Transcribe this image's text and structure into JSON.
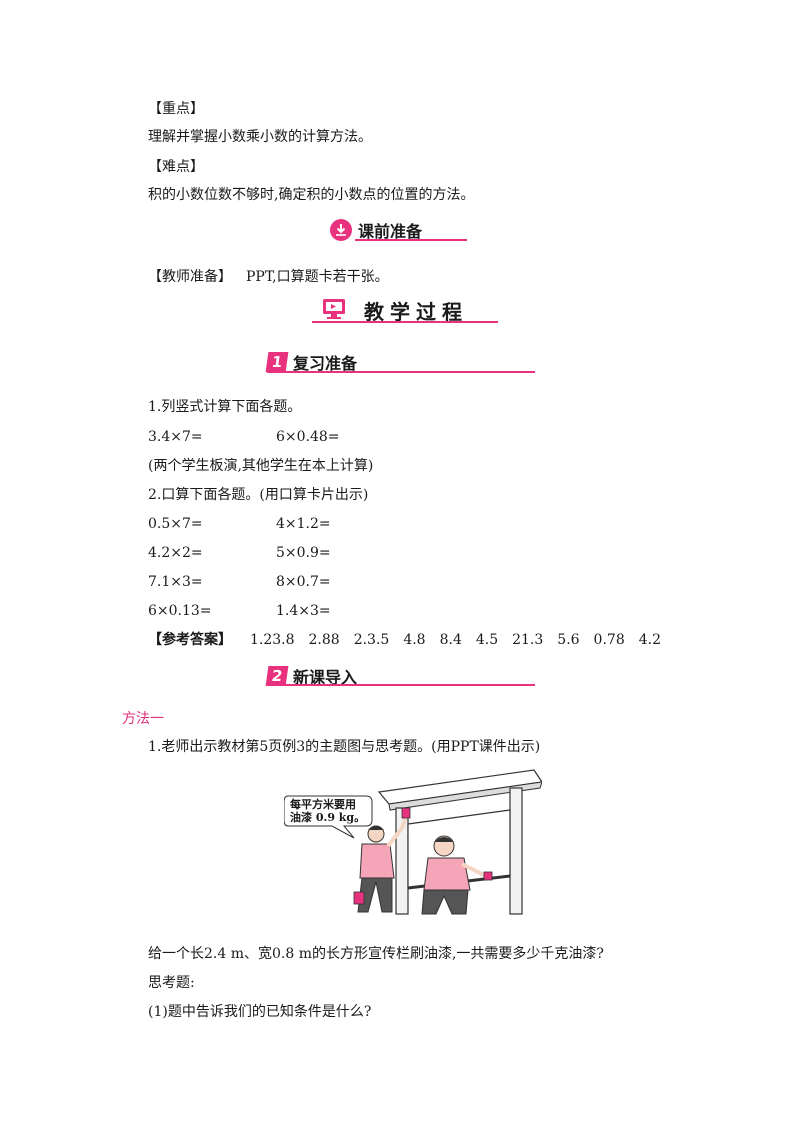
{
  "key_point": {
    "label": "【重点】",
    "text": "理解并掌握小数乘小数的计算方法。"
  },
  "difficult_point": {
    "label": "【难点】",
    "text": "积的小数位数不够时,确定积的小数点的位置的方法。"
  },
  "prep_section": {
    "title": "课前准备",
    "teacher_prep_label": "【教师准备】",
    "teacher_prep_text": "PPT,口算题卡若干张。"
  },
  "process_section": {
    "title": "教学过程"
  },
  "review_section": {
    "number": "1",
    "title": "复习准备",
    "q1_title": "1.列竖式计算下面各题。",
    "q1_items": [
      "3.4×7=",
      "6×0.48="
    ],
    "q1_note": "(两个学生板演,其他学生在本上计算)",
    "q2_title": "2.口算下面各题。(用口算卡片出示)",
    "q2_rows": [
      [
        "0.5×7=",
        "4×1.2="
      ],
      [
        "4.2×2=",
        "5×0.9="
      ],
      [
        "7.1×3=",
        "8×0.7="
      ],
      [
        "6×0.13=",
        "1.4×3="
      ]
    ],
    "answer_label": "【参考答案】",
    "answer_text": "1.23.8　2.88　2.3.5　4.8　8.4　4.5　21.3　5.6　0.78　4.2"
  },
  "new_lesson_section": {
    "number": "2",
    "title": "新课导入",
    "method_label": "方法一",
    "item1": "1.老师出示教材第5页例3的主题图与思考题。(用PPT课件出示)",
    "speech_bubble_line1": "每平方米要用",
    "speech_bubble_line2": "油漆 0.9 kg。",
    "problem": "给一个长2.4 m、宽0.8 m的长方形宣传栏刷油漆,一共需要多少千克油漆?",
    "think_label": "思考题:",
    "think_q1": "(1)题中告诉我们的已知条件是什么?"
  },
  "colors": {
    "accent": "#e8327e"
  }
}
